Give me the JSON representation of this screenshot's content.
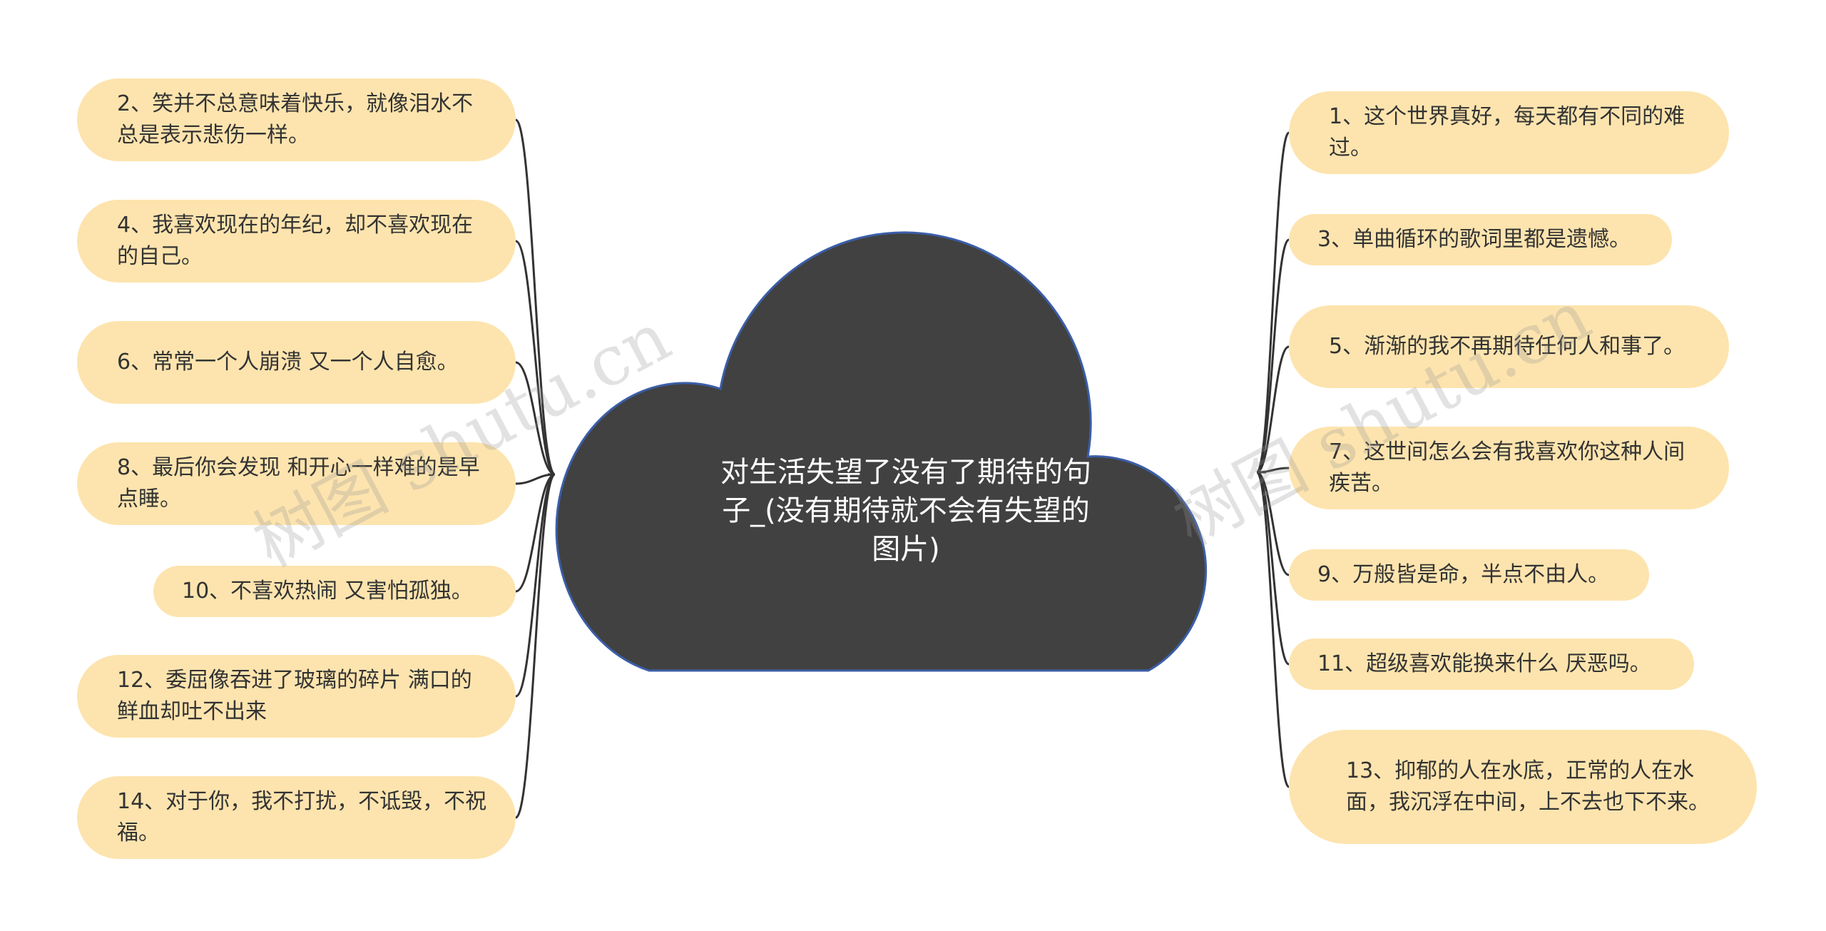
{
  "diagram": {
    "center": {
      "text": "对生活失望了没有了期待的句子_(没有期待就不会有失望的图片)"
    },
    "left_nodes": [
      {
        "text": "2、笑并不总意味着快乐，就像泪水不总是表示悲伤一样。"
      },
      {
        "text": "4、我喜欢现在的年纪，却不喜欢现在的自己。"
      },
      {
        "text": "6、常常一个人崩溃 又一个人自愈。"
      },
      {
        "text": "8、最后你会发现 和开心一样难的是早点睡。"
      },
      {
        "text": "10、不喜欢热闹 又害怕孤独。"
      },
      {
        "text": "12、委屈像吞进了玻璃的碎片 满口的鲜血却吐不出来"
      },
      {
        "text": "14、对于你，我不打扰，不诋毁，不祝福。"
      }
    ],
    "right_nodes": [
      {
        "text": "1、这个世界真好，每天都有不同的难过。"
      },
      {
        "text": "3、单曲循环的歌词里都是遗憾。"
      },
      {
        "text": "5、渐渐的我不再期待任何人和事了。"
      },
      {
        "text": "7、这世间怎么会有我喜欢你这种人间疾苦。"
      },
      {
        "text": "9、万般皆是命，半点不由人。"
      },
      {
        "text": "11、超级喜欢能换来什么 厌恶吗。"
      },
      {
        "text": "13、抑郁的人在水底，正常的人在水面，我沉浮在中间，上不去也下不来。"
      }
    ],
    "watermarks": [
      "树图 shutu.cn",
      "树图 shutu.cn"
    ],
    "colors": {
      "node_fill": "#fde4ae",
      "cloud_fill": "#414141",
      "cloud_stroke": "#3b5ea8",
      "connector": "#333333"
    }
  }
}
